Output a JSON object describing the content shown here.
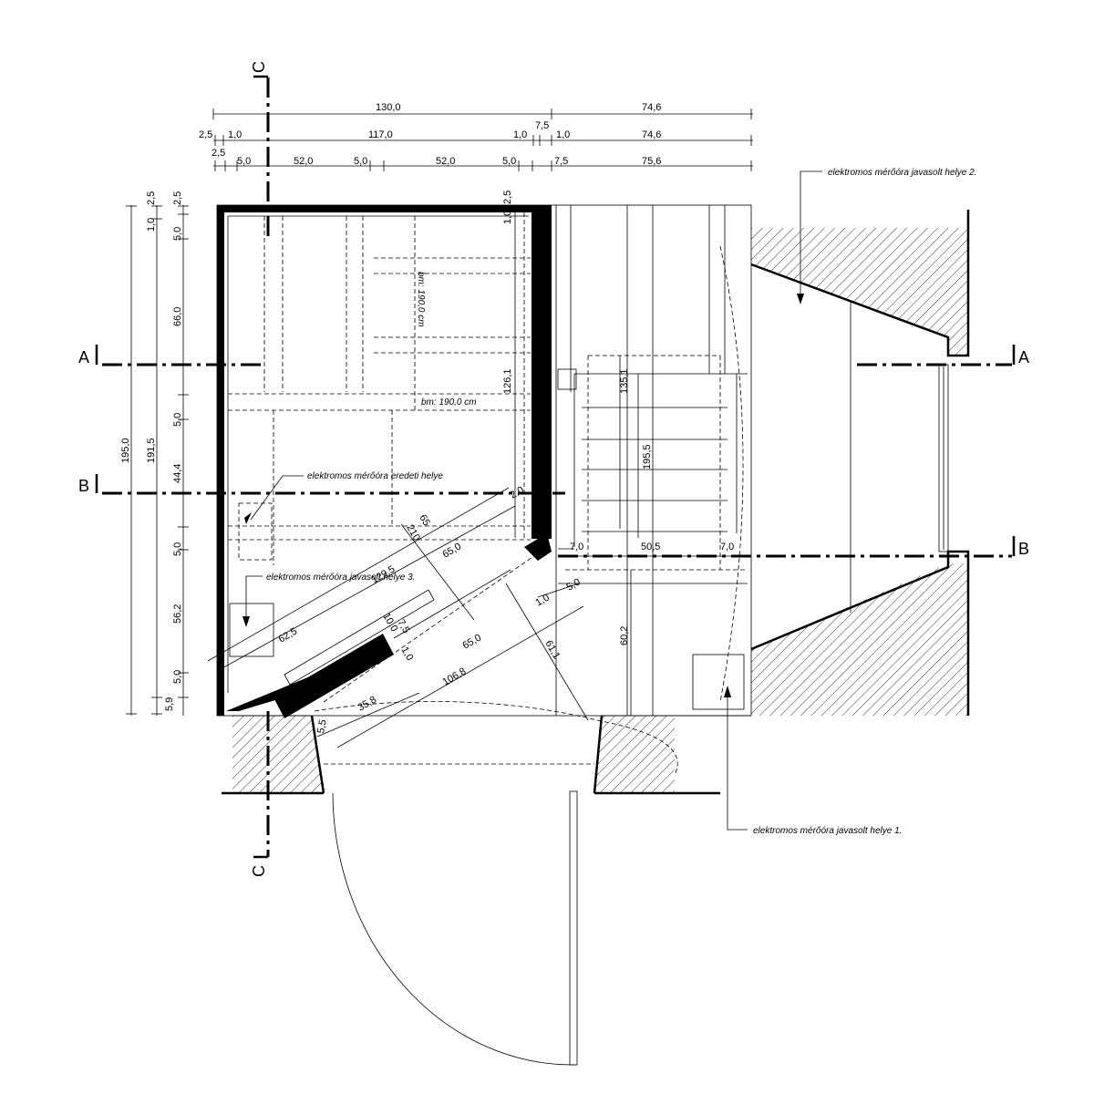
{
  "section_markers": {
    "a": "A",
    "b": "B",
    "c": "C"
  },
  "dims": {
    "top": [
      "130,0",
      "74,6",
      "2,5",
      "1,0",
      "117,0",
      "7,5",
      "1,0",
      "1,0",
      "74,6",
      "2,5",
      "5,0",
      "52,0",
      "5,0",
      "52,0",
      "5,0",
      "7,5",
      "75,6"
    ],
    "left": [
      "195,0",
      "191,5",
      "1,0",
      "2,5",
      "2,5",
      "5,0",
      "66,0",
      "5,0",
      "44,4",
      "5,0",
      "56,2",
      "5,0",
      "5,9"
    ],
    "interior": [
      "2,5",
      "1,0",
      "126,1",
      "135,1",
      "195,5",
      "60,2",
      "7,0",
      "50,5",
      "7,0",
      "65",
      "2,0",
      "210",
      "129,5",
      "65,0",
      "62,5",
      "1,0",
      "5,0",
      "10,0",
      "7,5",
      "1,0",
      "65,0",
      "61,1",
      "106,8",
      "35,8",
      "5,5"
    ]
  },
  "labels": {
    "meter_2": "elektromos mérőóra javasolt helye 2.",
    "meter_original": "elektromos mérőóra eredeti helye",
    "meter_3": "elektromos mérőóra javasolt helye 3.",
    "meter_1": "elektromos mérőóra javasolt helye 1.",
    "bm1": "bm: 190,0 cm",
    "bm2": "bm: 190,0 cm"
  }
}
